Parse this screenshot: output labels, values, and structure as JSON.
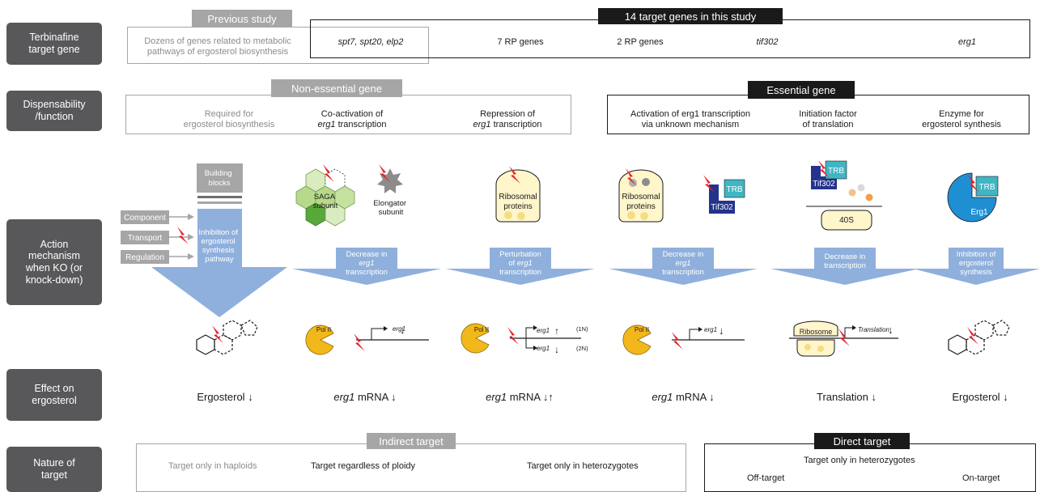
{
  "row_labels": {
    "target_gene": "Terbinafine\ntarget gene",
    "dispensability": "Dispensability\n/function",
    "action": "Action\nmechanism\nwhen KO (or\nknock-down)",
    "effect": "Effect on\nergosterol",
    "nature": "Nature of\ntarget"
  },
  "target_gene_row": {
    "previous_study_tag": "Previous study",
    "previous_study_text": "Dozens of genes related to metabolic\npathways of ergosterol biosynthesis",
    "this_study_tag": "14 target genes in this study",
    "genes": [
      "spt7, spt20, elp2",
      "7 RP genes",
      "2 RP genes",
      "tif302",
      "erg1"
    ]
  },
  "function_row": {
    "non_essential_tag": "Non-essential gene",
    "essential_tag": "Essential gene",
    "functions": [
      {
        "line1": "Required for",
        "line2": "ergosterol biosynthesis"
      },
      {
        "line1": "Co-activation of",
        "line2_italic": "erg1",
        "line2_rest": " transcription"
      },
      {
        "line1": "Repression of",
        "line2_italic": "erg1",
        "line2_rest": " transcription"
      },
      {
        "line1": "Activation of erg1 transcription",
        "line2": "via unknown mechanism"
      },
      {
        "line1": "Initiation factor",
        "line2": "of translation"
      },
      {
        "line1": "Enzyme for",
        "line2": "ergosterol synthesis"
      }
    ]
  },
  "mechanism_row": {
    "building_blocks": "Building\nblocks",
    "inputs": [
      "Component",
      "Transport",
      "Regulation"
    ],
    "big_arrow_text": "Inhibition of\nergosterol\nsynthesis\npathway",
    "saga_label": "SAGA\nsubunit",
    "elongator_label": "Elongator\nsubunit",
    "ribosomal_label": "Ribosomal\nproteins",
    "tif302_label": "Tif302",
    "trb_label": "TRB",
    "subunit_40s": "40S",
    "erg1_label": "Erg1",
    "arrow_texts": [
      {
        "l1": "Decrease in",
        "l2i": "erg1",
        "l3": "transcription"
      },
      {
        "l1": "Perturbation",
        "l2p": "of ",
        "l2i": "erg1",
        "l3": "transcription"
      },
      {
        "l1": "Decrease in",
        "l2i": "erg1",
        "l3": "transcription"
      },
      {
        "l1": "Decrease in",
        "l2": "transcription"
      },
      {
        "l1": "Inhibition of",
        "l2": "ergosterol",
        "l3": "synthesis"
      }
    ],
    "pol2": "Pol II",
    "erg1_gene": "erg1",
    "ploidy_1n": "(1N)",
    "ploidy_2n": "(2N)",
    "ribosome": "Ribosome",
    "translation": "Translation"
  },
  "effect_row": [
    {
      "italic": "",
      "text": "Ergosterol",
      "arrows": "↓"
    },
    {
      "italic": "erg1",
      "text": " mRNA",
      "arrows": "↓"
    },
    {
      "italic": "erg1",
      "text": " mRNA",
      "arrows": "↓↑"
    },
    {
      "italic": "erg1",
      "text": " mRNA",
      "arrows": "↓"
    },
    {
      "italic": "",
      "text": "Translation",
      "arrows": "↓"
    },
    {
      "italic": "",
      "text": "Ergosterol",
      "arrows": "↓"
    }
  ],
  "nature_row": {
    "indirect_tag": "Indirect target",
    "direct_tag": "Direct target",
    "indirect_items": [
      "Target only in haploids",
      "Target regardless of ploidy",
      "Target only in heterozygotes"
    ],
    "direct_header": "Target only in heterozygotes",
    "direct_items": [
      "Off-target",
      "On-target"
    ]
  },
  "colors": {
    "label_bg": "#58585a",
    "gray_tag": "#a6a6a6",
    "black_tag": "#1a1a1a",
    "arrow_blue": "#8fb0dc",
    "bolt_red": "#e8222a",
    "pol_yellow": "#f2b71a",
    "ribo_fill": "#fff6cc",
    "tif_navy": "#24338c",
    "trb_teal": "#3fb6c4",
    "erg1_blue": "#1f8fd3",
    "saga_green": "#b7d98a"
  }
}
